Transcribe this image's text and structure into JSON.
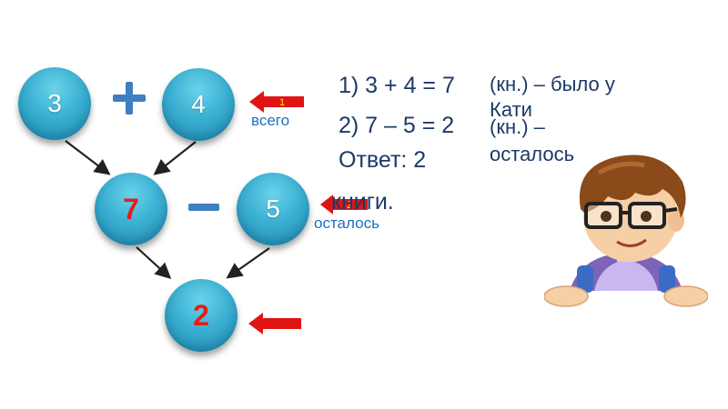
{
  "colors": {
    "circle": "#3bb0d2",
    "result_text": "#ea1a1a",
    "operator": "#3f7fbf",
    "red_arrow": "#e11414",
    "caption": "#1e6fc2",
    "equation_text": "#1b3a66"
  },
  "diagram": {
    "top_left": "3",
    "top_right": "4",
    "plus_sign": "+",
    "middle_left": "7",
    "middle_right": "5",
    "minus_sign": "–",
    "bottom": "2"
  },
  "markers": {
    "first": "1",
    "second": "2"
  },
  "captions": {
    "total": "всего",
    "remaining": "осталось"
  },
  "equations": {
    "line1": "1) 3 + 4 = 7",
    "line2": "2) 7 – 5 = 2",
    "answer": "Ответ: 2",
    "answer_tail": "книги.",
    "note1": "(кн.) – было у",
    "note1b": "Кати",
    "note2": "(кн.) –",
    "note2b": "осталось"
  },
  "icons": [
    "plus-icon",
    "minus-icon",
    "red-arrow-icon",
    "schoolboy-illustration"
  ]
}
